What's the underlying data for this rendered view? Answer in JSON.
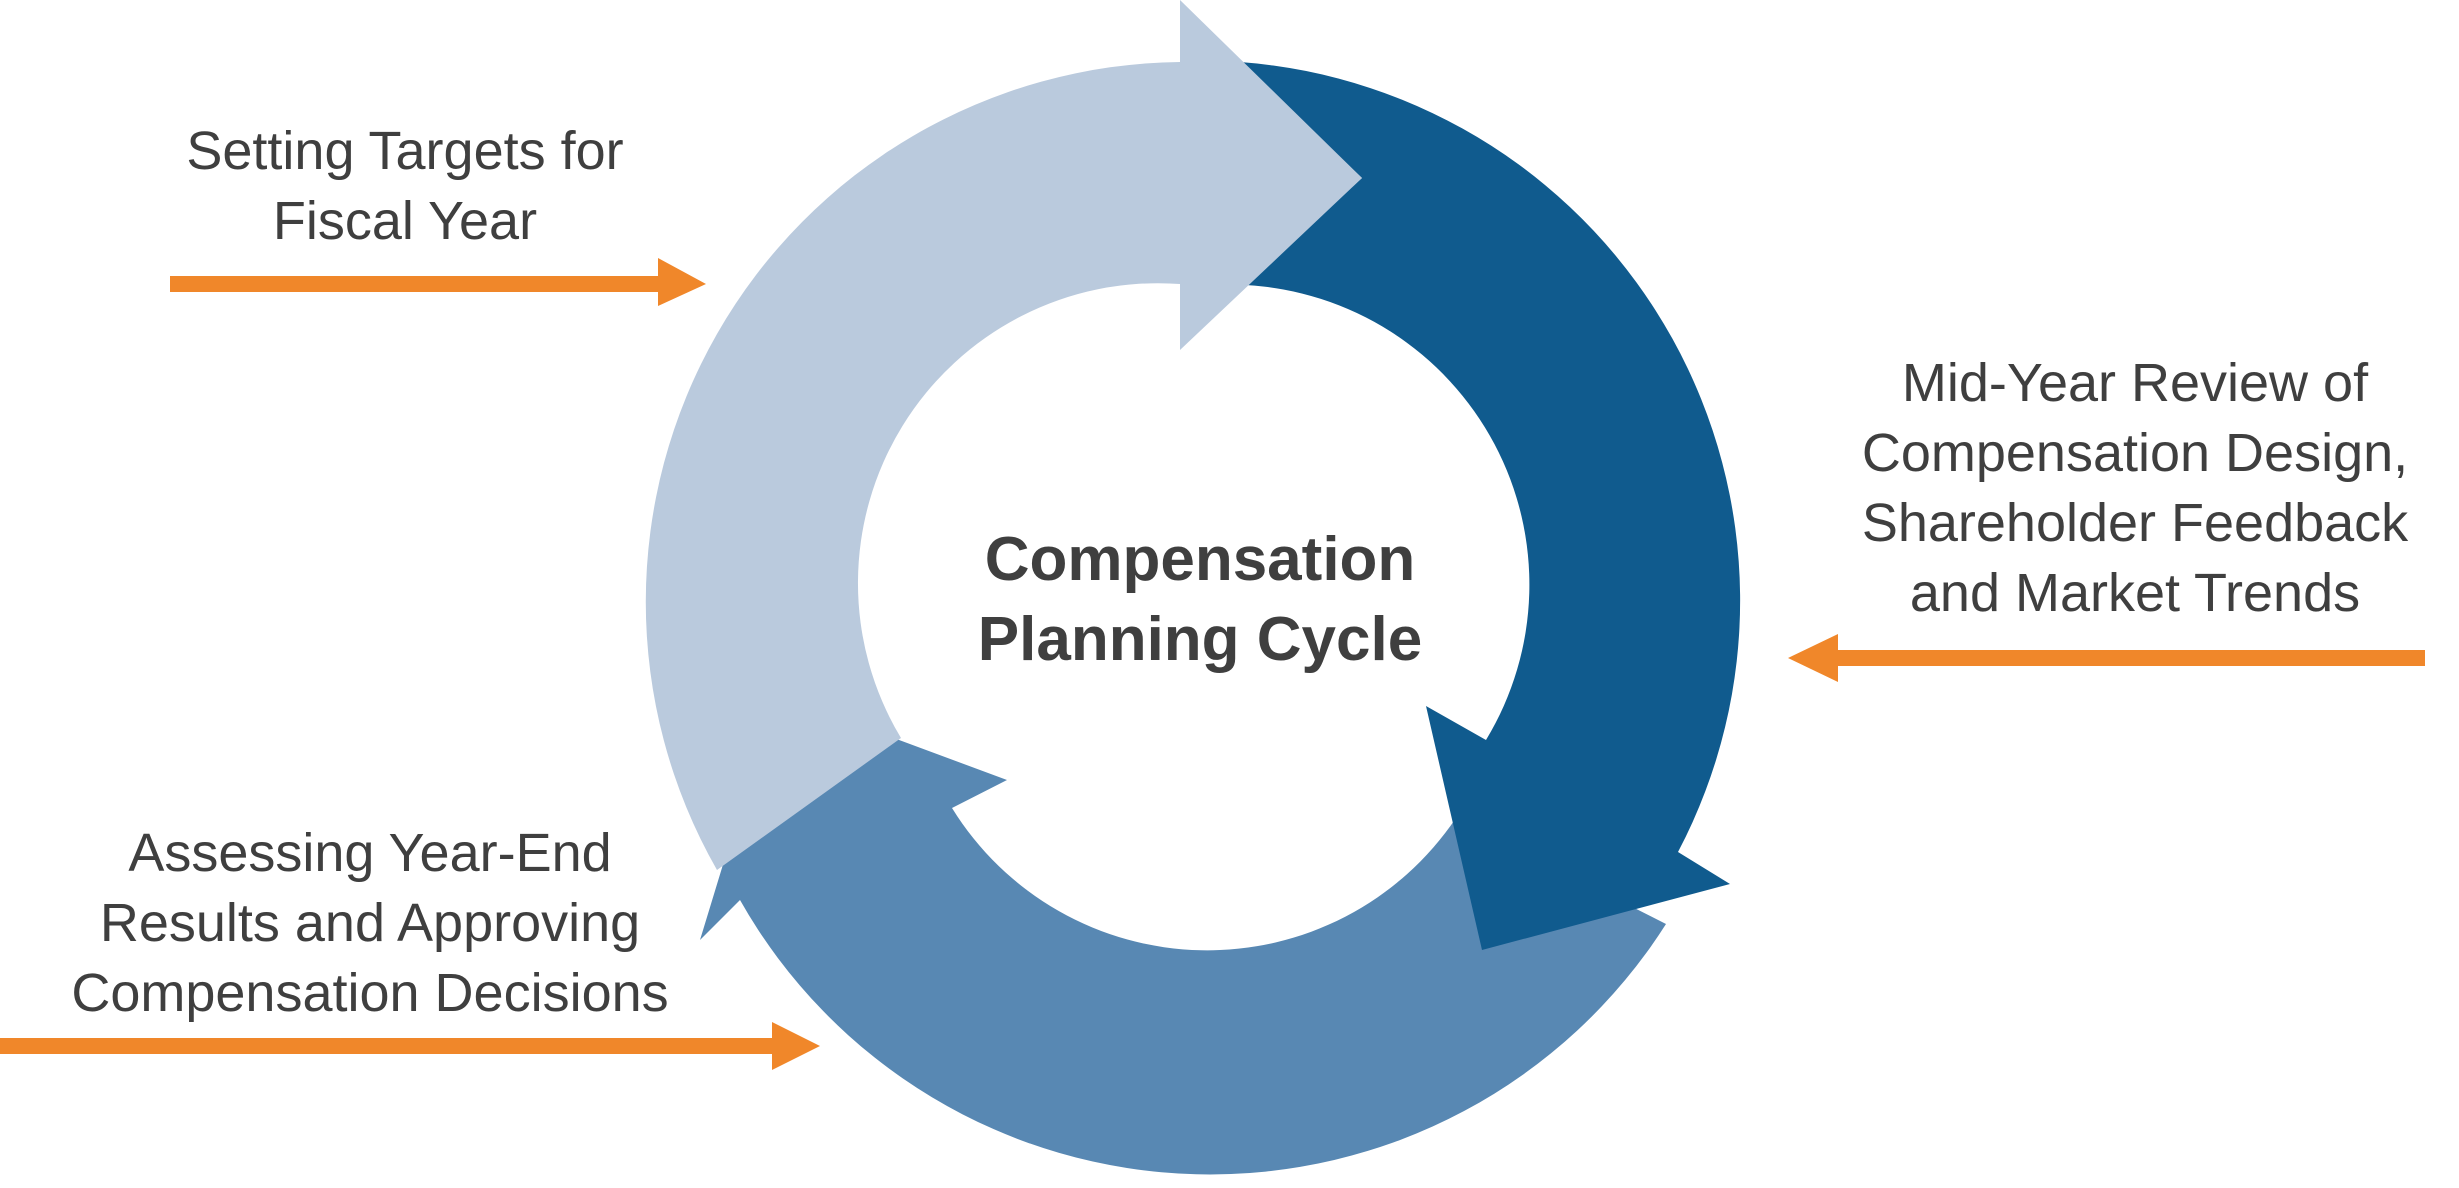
{
  "diagram": {
    "center_title": {
      "line1": "Compensation",
      "line2": "Planning Cycle"
    },
    "stages": [
      {
        "lines": [
          "Setting Targets for",
          "Fiscal Year"
        ]
      },
      {
        "lines": [
          "Mid-Year Review of",
          "Compensation Design,",
          "Shareholder Feedback",
          "and Market Trends"
        ]
      },
      {
        "lines": [
          "Assessing Year-End",
          "Results and Approving",
          "Compensation Decisions"
        ]
      }
    ],
    "colors": {
      "light_arrow": "#bacadd",
      "dark_arrow": "#105b8e",
      "medium_arrow": "#5888b3",
      "pointer_arrow": "#f0872a",
      "text": "#3f3f3f"
    }
  }
}
